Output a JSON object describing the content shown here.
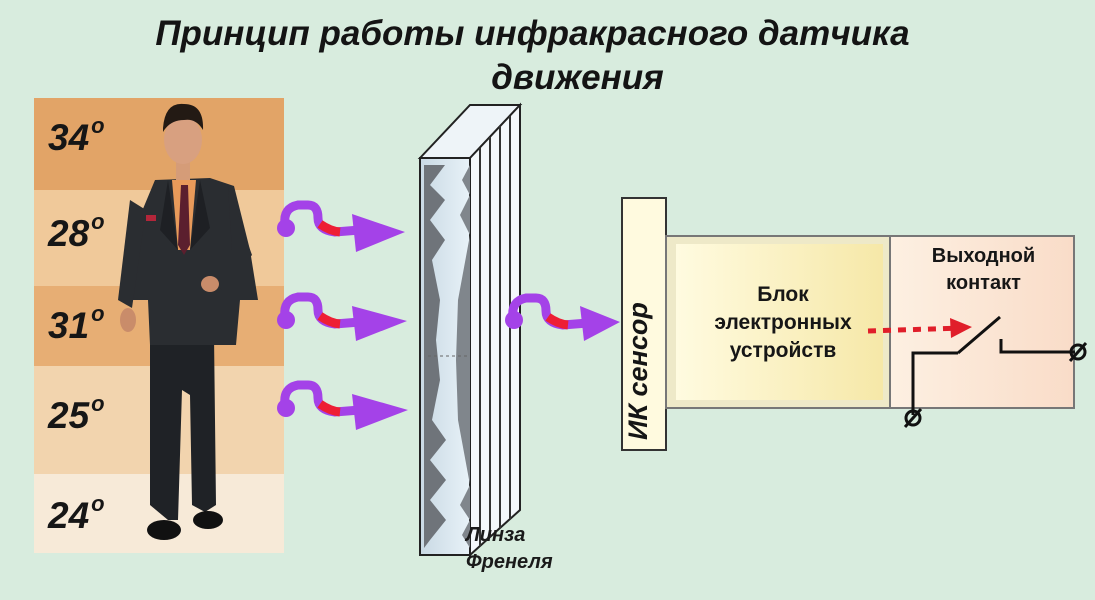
{
  "title": {
    "line1": "Принцип работы инфракрасного датчика",
    "line2": "движения"
  },
  "temperature_zones": [
    {
      "value": "34",
      "unit": "o",
      "color": "#e2a467"
    },
    {
      "value": "28",
      "unit": "o",
      "color": "#f0c99a"
    },
    {
      "value": "31",
      "unit": "o",
      "color": "#e7ae74"
    },
    {
      "value": "25",
      "unit": "o",
      "color": "#f2d4ae"
    },
    {
      "value": "24",
      "unit": "o",
      "color": "#f7ead8"
    }
  ],
  "lens": {
    "line1": "Линза",
    "line2": "Френеля"
  },
  "ir_sensor": {
    "label": "ИК сенсор"
  },
  "electronics_block": {
    "line1": "Блок",
    "line2": "электронных",
    "line3": "устройств"
  },
  "output_contact": {
    "line1": "Выходной",
    "line2": "контакт"
  },
  "colors": {
    "background": "#d8ecde",
    "ray_purple": "#a442e8",
    "ray_red": "#ee1e34",
    "block_fill": "#fbf3c2",
    "output_fill": "#fbe6d8"
  }
}
